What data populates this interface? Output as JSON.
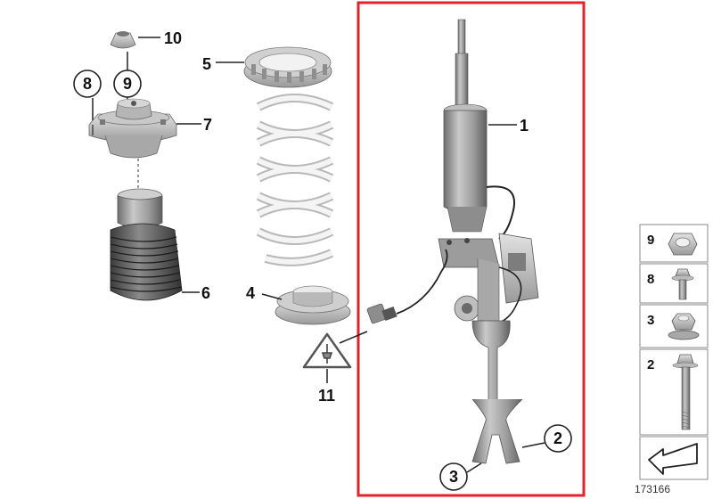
{
  "callouts": {
    "c1": "1",
    "c2": "2",
    "c3": "3",
    "c4": "4",
    "c5": "5",
    "c6": "6",
    "c7": "7",
    "c8": "8",
    "c9": "9",
    "c10": "10",
    "c11": "11"
  },
  "legend": {
    "items": [
      {
        "number": "9",
        "part": "nut-icon"
      },
      {
        "number": "8",
        "part": "flange-bolt-icon"
      },
      {
        "number": "3",
        "part": "flange-nut-icon"
      },
      {
        "number": "2",
        "part": "long-bolt-icon"
      }
    ],
    "arrow": "direction-arrow-icon"
  },
  "diagram_id": "173166",
  "colors": {
    "highlight_frame": "#e3222a",
    "part_grey": "#9a9a9a",
    "spring": "#eeeeee",
    "line": "#222222"
  }
}
